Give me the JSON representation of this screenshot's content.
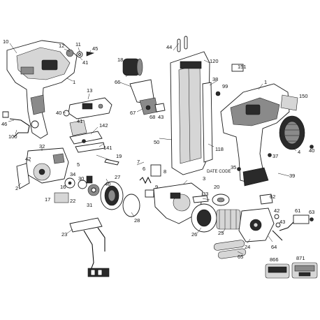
{
  "diagram": {
    "labels": {
      "p10": "10",
      "p12": "12",
      "p11": "11",
      "p45": "45",
      "p41a": "41",
      "p1a": "1",
      "p13": "13",
      "p40a": "40",
      "p41b": "41",
      "p46": "46",
      "p100": "100",
      "p142": "142",
      "p141": "141",
      "p32": "32",
      "p42a": "42",
      "p19": "19",
      "p5": "5",
      "p2": "2",
      "p34": "34",
      "p16": "16",
      "p30": "30",
      "p40b": "40",
      "p31": "31",
      "p27": "27",
      "p17": "17",
      "p23": "23",
      "p22": "22",
      "p18": "18",
      "p66": "66",
      "p67": "67",
      "p68": "68",
      "p43a": "43",
      "p44": "44",
      "p120": "120",
      "p151": "151",
      "p38": "38",
      "p99": "99",
      "p1b": "1",
      "p150": "150",
      "p50": "50",
      "p118": "118",
      "p37": "37",
      "p4": "4",
      "p40c": "40",
      "p7": "7",
      "p6": "6",
      "p8": "8",
      "p9": "9",
      "p3": "3",
      "p33": "33",
      "p20": "20",
      "p35": "35",
      "p39": "39",
      "p62": "62",
      "p28": "28",
      "p26": "26",
      "p25": "25",
      "p42b": "42",
      "p43b": "43",
      "p61": "61",
      "p63": "63",
      "p24": "24",
      "p64": "64",
      "p65": "65",
      "p866": "866",
      "p871": "871",
      "date_code": "DATE CODE"
    }
  }
}
